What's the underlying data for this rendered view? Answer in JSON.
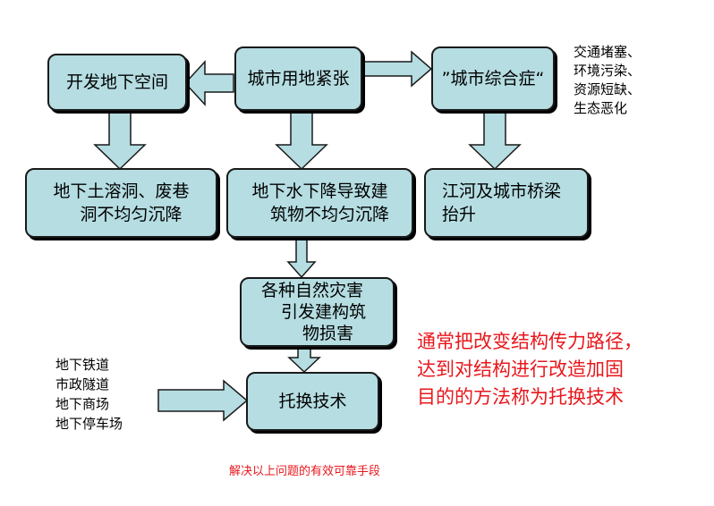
{
  "nodes": {
    "center": "城市用地紧张",
    "left": "开发地下空间",
    "right": "”城市综合症“",
    "col1": [
      "地下土溶洞、废巷",
      "洞不均匀沉降"
    ],
    "col2": [
      "地下水下降导致建",
      "筑物不均匀沉降"
    ],
    "col3": [
      "江河及城市桥梁",
      "抬升"
    ],
    "disaster": [
      "各种自然灾害",
      "引发建构筑",
      "物损害"
    ],
    "tech": "托换技术"
  },
  "symptoms": [
    "交通堵塞、",
    "环境污染、",
    "资源短缺、",
    "生态恶化"
  ],
  "underground": [
    "地下铁道",
    "市政隧道",
    "地下商场",
    "地下停车场"
  ],
  "definition": [
    "通常把改变结构传力路径，",
    "达到对结构进行改造加固",
    "目的的方法称为托换技术"
  ],
  "caption": "解决以上问题的有效可靠手段",
  "colors": {
    "box_fill": "#b5dde2",
    "arrow_fill": "#b5dde2",
    "definition_text": "#e8171c",
    "caption_text": "#e8171c"
  }
}
